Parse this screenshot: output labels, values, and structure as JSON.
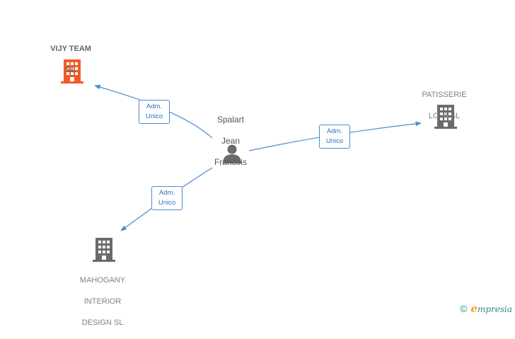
{
  "nodes": {
    "person": {
      "lines": [
        "Spalart",
        "Jean",
        "Francois"
      ],
      "icon": "person-icon",
      "color": "#6b6b6b"
    },
    "vijy": {
      "lines": [
        "VIJY TEAM",
        "SL"
      ],
      "icon": "building-icon",
      "color": "#f05a28"
    },
    "patisserie": {
      "lines": [
        "PATISSERIE",
        "LOVA  SL"
      ],
      "icon": "building-icon",
      "color": "#6b6b6b"
    },
    "mahogany": {
      "lines": [
        "MAHOGANY",
        "INTERIOR",
        "DESIGN  SL"
      ],
      "icon": "building-icon",
      "color": "#6b6b6b"
    }
  },
  "edges": [
    {
      "from": "person",
      "to": "vijy",
      "label": [
        "Adm.",
        "Unico"
      ]
    },
    {
      "from": "person",
      "to": "patisserie",
      "label": [
        "Adm.",
        "Unico"
      ]
    },
    {
      "from": "person",
      "to": "mahogany",
      "label": [
        "Adm.",
        "Unico"
      ]
    }
  ],
  "colors": {
    "edge": "#4a8ad4",
    "highlight_company": "#f05a28",
    "company": "#6b6b6b"
  },
  "footer": {
    "copyright_symbol": "©",
    "brand_initial": "e",
    "brand_rest": "mpresia"
  }
}
